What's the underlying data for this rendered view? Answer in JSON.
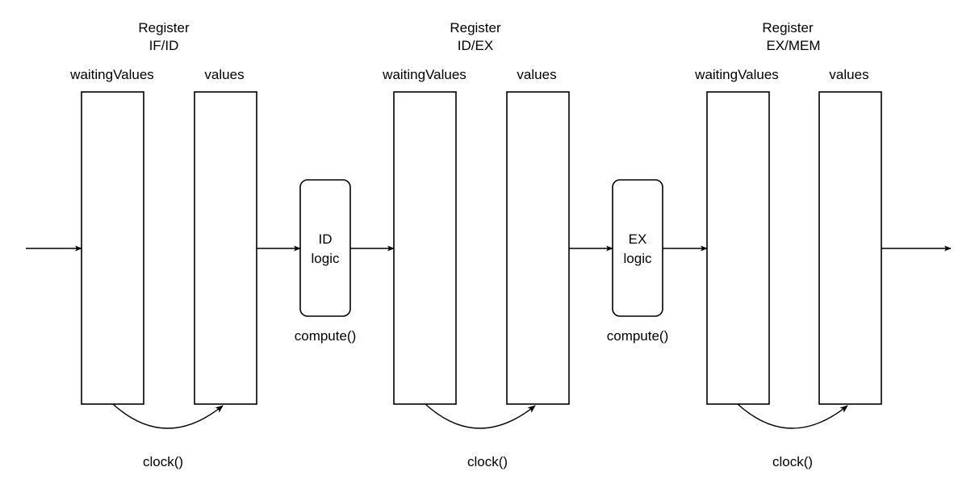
{
  "registers": [
    {
      "title_line1": "Register",
      "title_line2": "IF/ID",
      "waiting_label": "waitingValues",
      "values_label": "values",
      "clock_label": "clock()"
    },
    {
      "title_line1": "Register",
      "title_line2": "ID/EX",
      "waiting_label": "waitingValues",
      "values_label": "values",
      "clock_label": "clock()"
    },
    {
      "title_line1": "Register",
      "title_line2": "EX/MEM",
      "waiting_label": "waitingValues",
      "values_label": "values",
      "clock_label": "clock()"
    }
  ],
  "logic_blocks": [
    {
      "line1": "ID",
      "line2": "logic",
      "compute_label": "compute()"
    },
    {
      "line1": "EX",
      "line2": "logic",
      "compute_label": "compute()"
    }
  ],
  "colors": {
    "stroke": "#000000",
    "fill": "#ffffff"
  }
}
